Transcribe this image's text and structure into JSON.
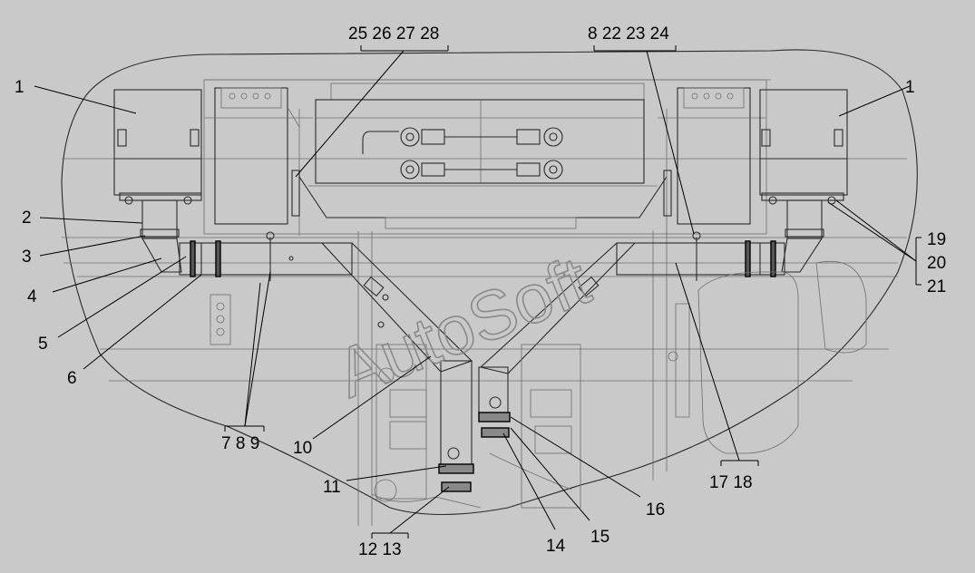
{
  "watermark": "AutoSoft",
  "callouts": {
    "l1_left": "1",
    "l1_right": "1",
    "l2": "2",
    "l3": "3",
    "l4": "4",
    "l5": "5",
    "l6": "6",
    "group_7_8_9": "7 8 9",
    "l10": "10",
    "l11": "11",
    "group_12_13": "12 13",
    "l14": "14",
    "l15": "15",
    "l16": "16",
    "group_17_18": "17 18",
    "l19": "19",
    "l20": "20",
    "l21": "21",
    "group_25_28": "25 26 27 28",
    "group_8_22_24": "8 22 23 24"
  }
}
